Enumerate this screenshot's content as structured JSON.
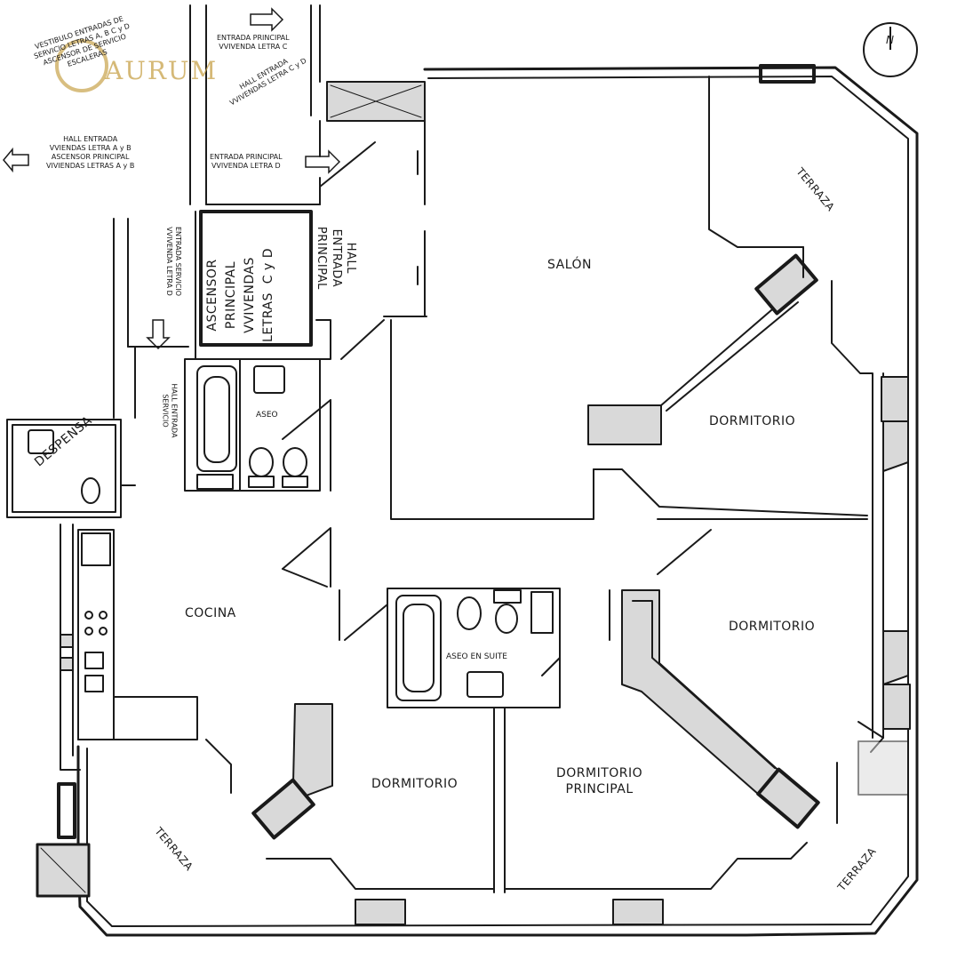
{
  "logo": {
    "text": "AURUM"
  },
  "compass": {
    "label": "N"
  },
  "rooms": {
    "salon": "SALÓN",
    "dormitorio_1": "DORMITORIO",
    "dormitorio_2": "DORMITORIO",
    "dormitorio_3": "DORMITORIO",
    "dormitorio_principal": "DORMITORIO\nPRINCIPAL",
    "cocina": "COCINA",
    "despensa": "DESPENSA",
    "aseo": "ASEO",
    "aseo_suite": "ASEO EN SUITE",
    "terraza_ne": "TERRAZA",
    "terraza_sw": "TERRAZA",
    "terraza_se": "TERRAZA",
    "hall_principal": "HALL\nENTRADA\nPRINCIPAL",
    "ascensor_cd": "ASCENSOR\nPRINCIPAL\nVVIVENDAS\nLETRAS  C y D"
  },
  "annotations": {
    "vestibulo": "VESTIBULO ENTRADAS DE\nSERVICIO LETRAS A, B C y D\nASCENSOR DE SERVICIO\nESCALERAS",
    "entrada_c": "ENTRADA PRINCIPAL\nVVIVENDA LETRA C",
    "hall_cd": "HALL ENTRADA\nVVIVENDAS LETRA C y D",
    "hall_ab": "HALL ENTRADA\nVVIENDAS LETRA A y B\nASCENSOR PRINCIPAL\nVIVIENDAS LETRAS A y B",
    "entrada_d": "ENTRADA PRINCIPAL\nVVIVENDA LETRA D",
    "entrada_servicio_d": "ENTRADA SERVICIO\nVVIVENDA LETRA D",
    "hall_servicio": "HALL ENTRADA\nSERVICIO"
  },
  "colors": {
    "wall": "#1a1a1a",
    "fill": "#d9d9d9",
    "ink": "#1a1a1a",
    "logo": "#c8a24a"
  }
}
